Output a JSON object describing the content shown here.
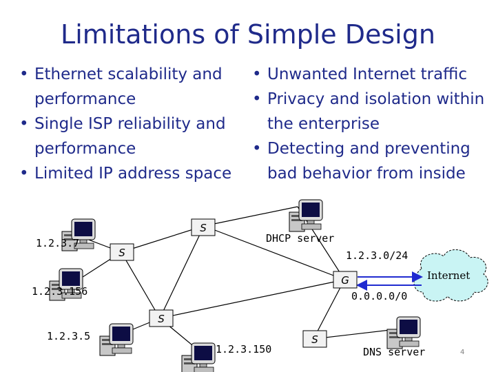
{
  "slide": {
    "title": "Limitations of Simple Design",
    "left_bullets": [
      "Ethernet scalability and performance",
      "Single ISP reliability and performance",
      "Limited IP address space"
    ],
    "right_bullets": [
      "Unwanted Internet traffic",
      "Privacy and isolation within the enterprise",
      "Detecting and preventing bad behavior from inside"
    ],
    "page_number": "4"
  },
  "diagram": {
    "switch_label": "S",
    "gateway_label": "G",
    "hosts": {
      "host_left_top": "1.2.3.7",
      "host_left_mid": "1.2.3.156",
      "host_left_bottom": "1.2.3.5",
      "host_bottom_center": "1.2.3.150"
    },
    "dhcp_server": "DHCP server",
    "dns_server": "DNS server",
    "subnet": "1.2.3.0/24",
    "default_route": "0.0.0.0/0",
    "internet": "Internet"
  }
}
